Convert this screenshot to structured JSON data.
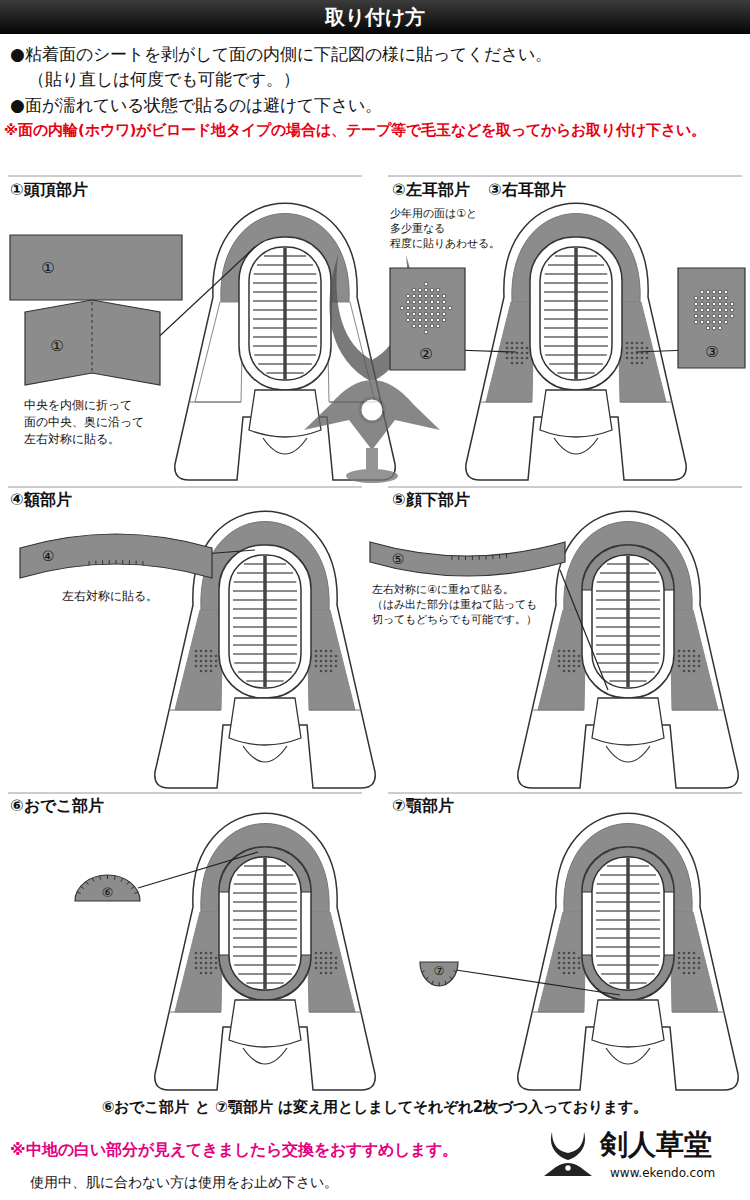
{
  "diagram": {
    "title": "取り付け方",
    "nodes": [
      {
        "text": [
          "①"
        ]
      },
      {
        "text": [
          "①"
        ]
      },
      {
        "text": [
          "②"
        ]
      },
      {
        "text": [
          "③"
        ]
      },
      {
        "text": [
          "④"
        ]
      },
      {
        "text": [
          "⑤"
        ]
      },
      {
        "text": [
          "⑥"
        ]
      },
      {
        "text": [
          "⑦"
        ]
      }
    ],
    "labels": [
      "●粘着面のシートを剥がして面の内側に下記図の様に貼ってください。",
      "（貼り直しは何度でも可能です。）",
      "●面が濡れている状態で貼るのは避けて下さい。",
      "※面の内輪(ホウワ)がビロード地タイプの場合は、テープ等で毛玉などを取ってからお取り付け下さい。",
      "①頭頂部片",
      "中央を内側に折って 面の中央、奥に沿って 左右対称に貼る。",
      "②左耳部片",
      "③右耳部片",
      "少年用の面は①と 多少重なる 程度に貼りあわせる。",
      "④額部片",
      "左右対称に貼る。",
      "⑤顔下部片",
      "左右対称に④に重ねて貼る。 （はみ出た部分は重ねて貼っても 切ってもどちらでも可能です。）",
      "⑥おでこ部片",
      "⑦顎部片",
      "⑥おでこ部片 と ⑦顎部片 は変え用としましてそれぞれ2枚づつ入っております。",
      "※中地の白い部分が見えてきましたら交換をおすすめします。",
      "使用中、肌に合わない方は使用をお止め下さい。",
      "剣人草堂",
      "www.ekendo.com"
    ]
  }
}
